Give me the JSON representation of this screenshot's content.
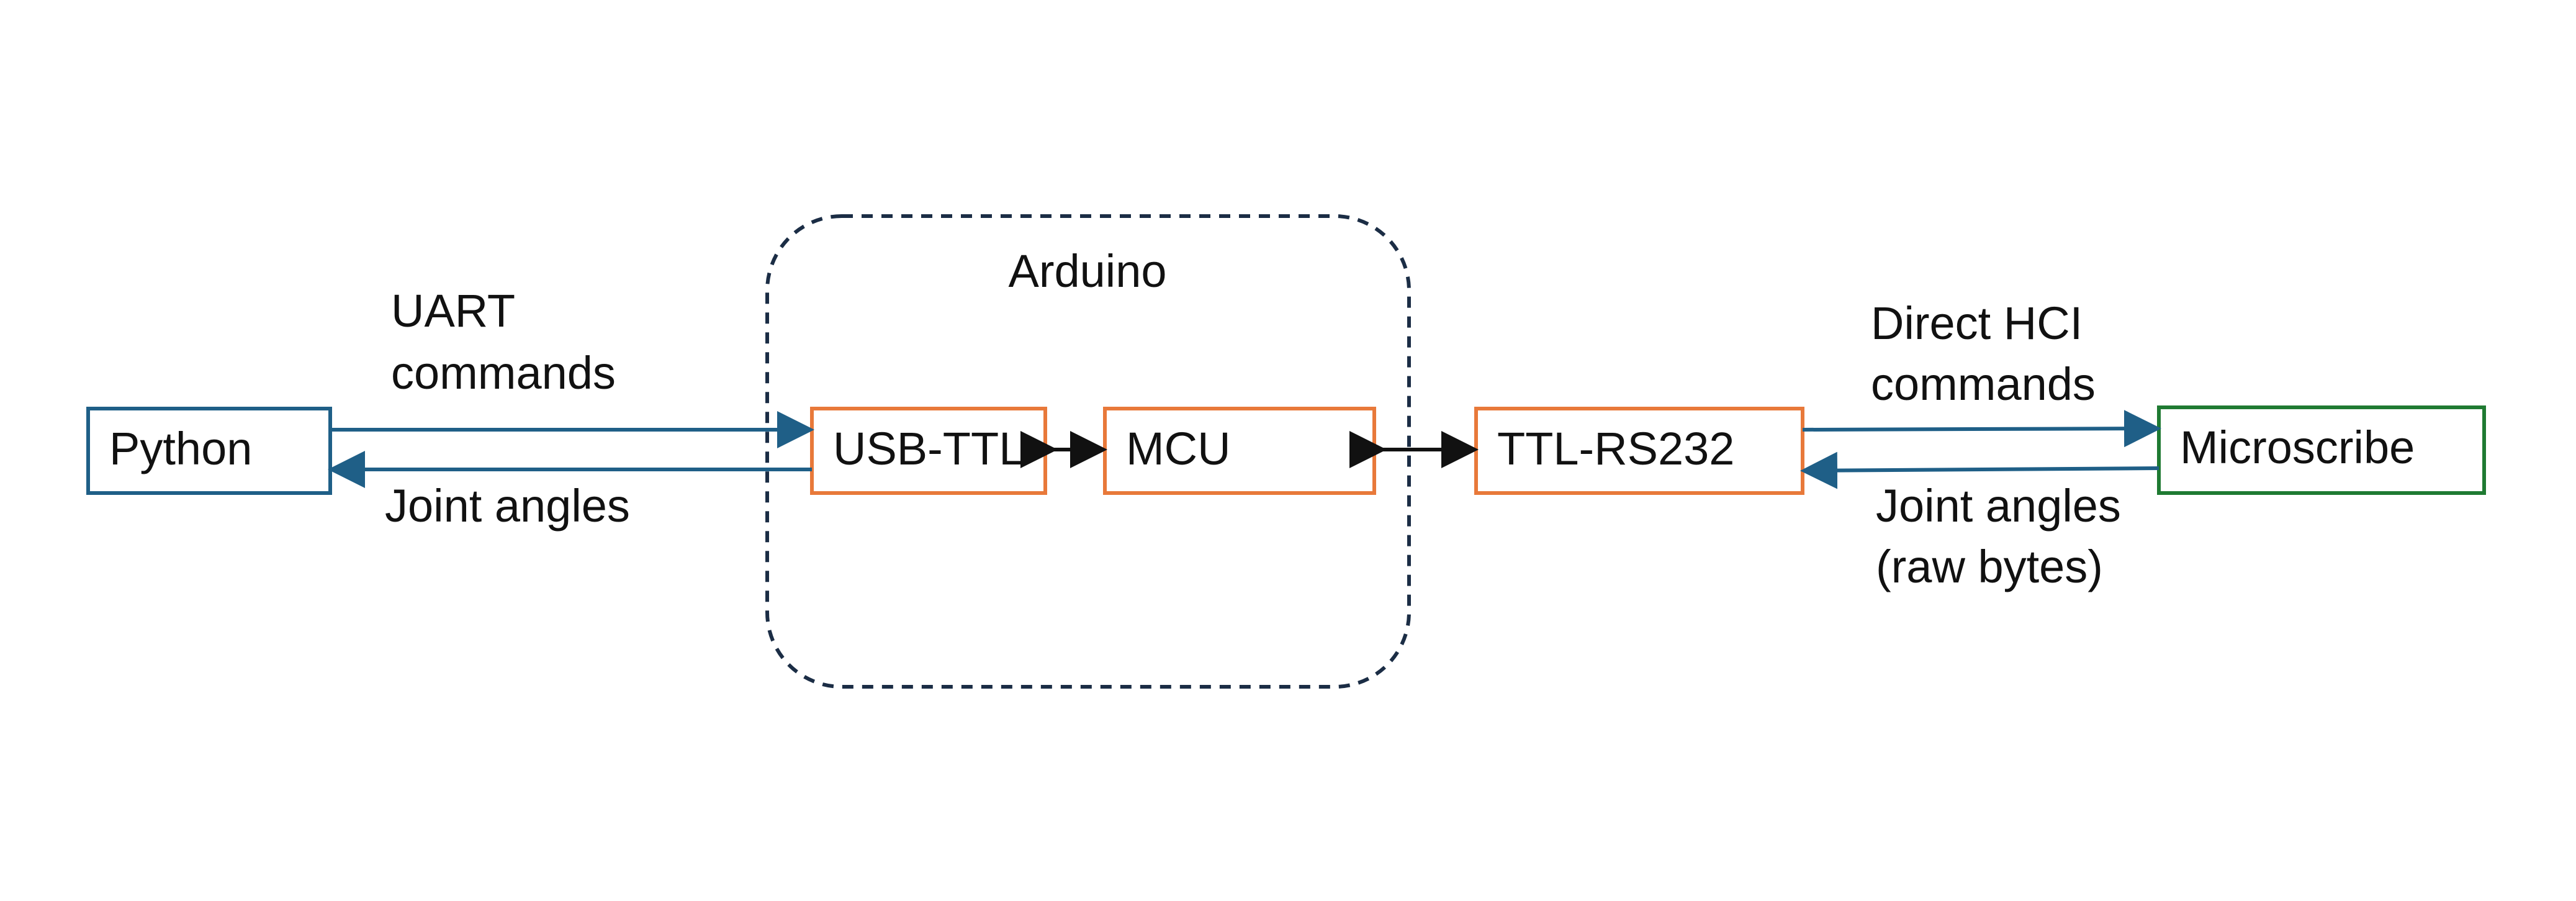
{
  "colors": {
    "python_border": "#1f5f87",
    "orange_border": "#e8793a",
    "microscribe_border": "#1f7a32",
    "arduino_border": "#1b2d45",
    "blue_arrow": "#1f5f87",
    "black_arrow": "#111111"
  },
  "diagram": {
    "group": {
      "label": "Arduino"
    },
    "nodes": {
      "python": "Python",
      "usb_ttl": "USB-TTL",
      "mcu": "MCU",
      "ttl_rs232": "TTL-RS232",
      "microscribe": "Microscribe"
    },
    "edges": {
      "python_to_usb": [
        "UART",
        "commands"
      ],
      "usb_to_python": [
        "Joint angles"
      ],
      "ttl_to_microscribe": [
        "Direct HCI",
        "commands"
      ],
      "microscribe_to_ttl": [
        "Joint angles",
        "(raw bytes)"
      ]
    }
  }
}
